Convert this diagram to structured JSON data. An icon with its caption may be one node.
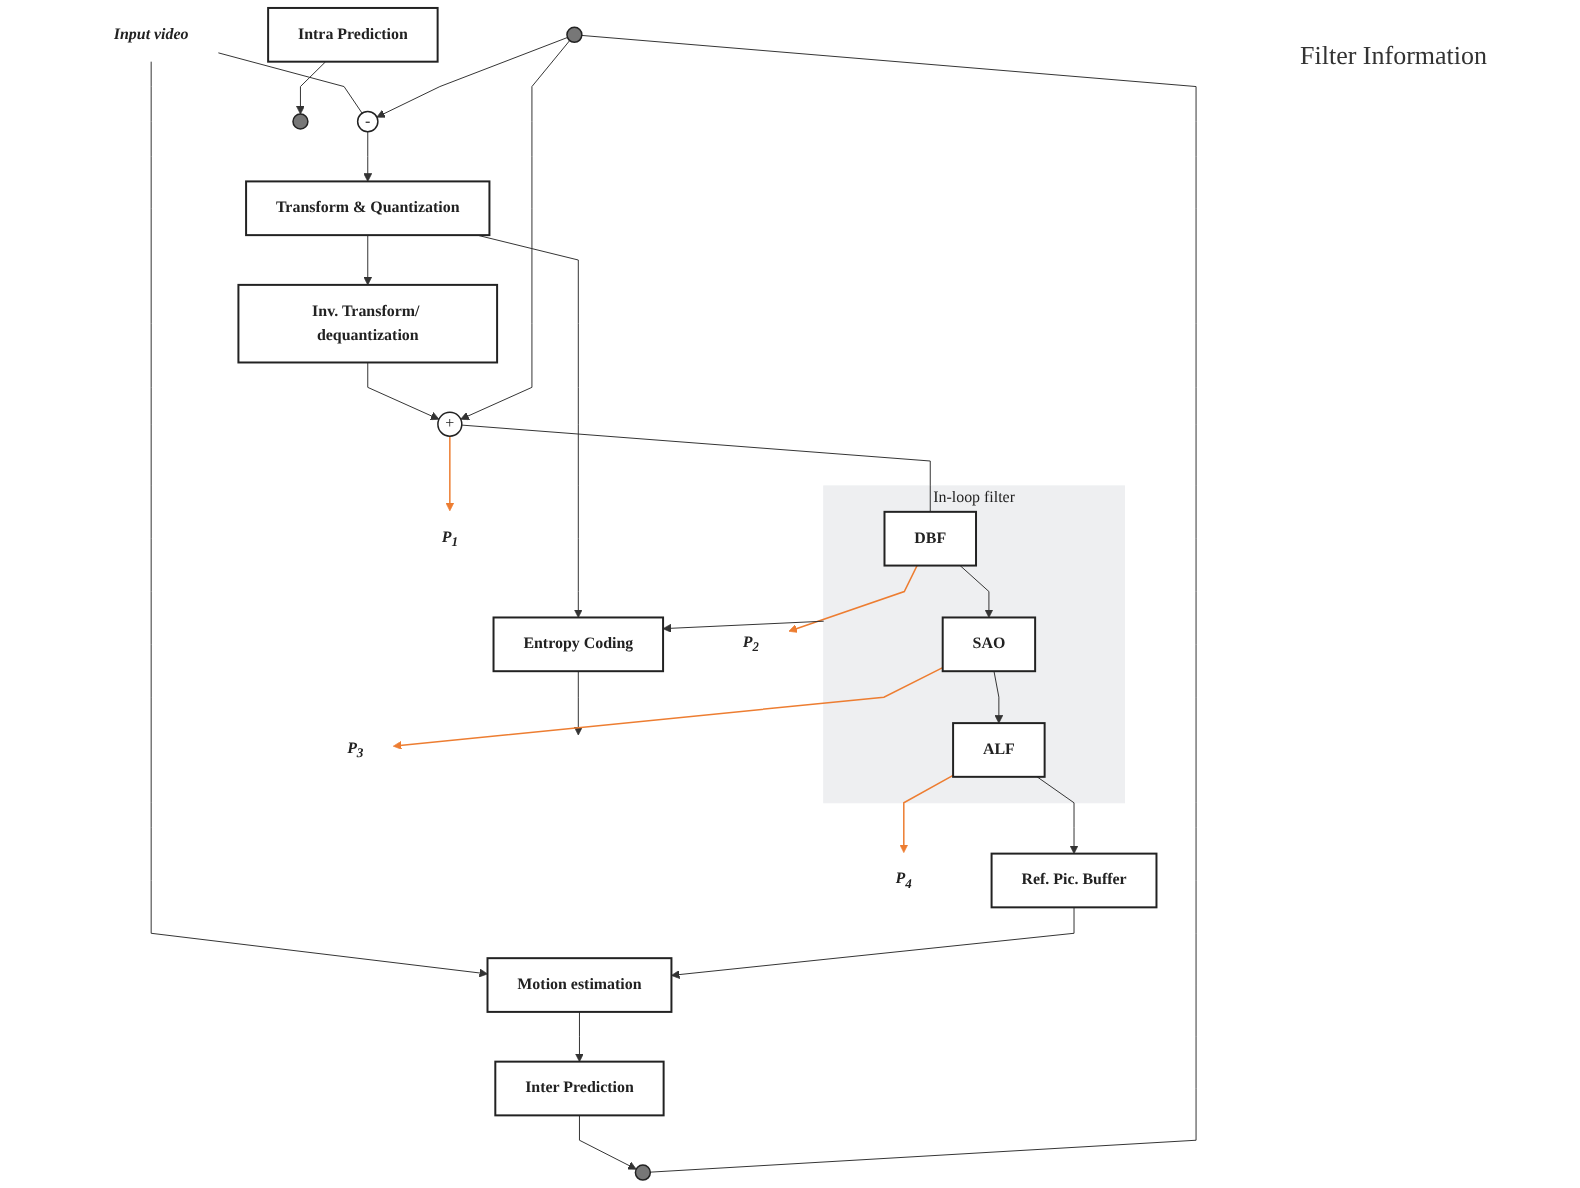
{
  "diagram": {
    "nodes": [
      {
        "text": [
          "Input video"
        ]
      },
      {
        "text": [
          "-"
        ]
      },
      {
        "text": [
          "Transform & Quantization"
        ]
      },
      {
        "text": [
          "Entropy Coding"
        ]
      },
      {
        "text": [
          "Inv. Transform/ dequantization"
        ]
      },
      {
        "text": [
          "+"
        ]
      },
      {
        "text": [
          "In-loop filter"
        ]
      },
      {
        "text": [
          "DBF"
        ],
        "in": 6
      },
      {
        "text": [
          "SAO"
        ],
        "in": 6
      },
      {
        "text": [
          "ALF"
        ],
        "in": 6
      },
      {
        "text": [
          "Intra Prediction"
        ]
      },
      {
        "text": [
          "Inter Prediction"
        ]
      },
      {
        "text": [
          "Motion estimation"
        ]
      },
      {
        "text": [
          "Ref. Pic. Buffer"
        ]
      },
      {
        "text": [],
        "shape": "circle"
      },
      {
        "text": [],
        "shape": "circle"
      },
      {
        "text": [],
        "shape": "circle"
      },
      {
        "text": [
          "P$_{1}$"
        ]
      },
      {
        "text": [
          "P$_{2}$"
        ]
      },
      {
        "text": [
          "P$_{3}$"
        ]
      },
      {
        "text": [
          "P$_{4}$"
        ]
      }
    ],
    "edges": [
      {
        "from": 0,
        "to": 1,
        "arrow": "none"
      },
      {
        "from": 1,
        "to": 2,
        "arrow": "to"
      },
      {
        "from": 2,
        "to": 3,
        "arrow": "to"
      },
      {
        "from": 2,
        "to": 4,
        "arrow": "to"
      },
      {
        "from": 3,
        "to": null,
        "arrow": "to"
      },
      {
        "from": 4,
        "to": 5,
        "arrow": "to"
      },
      {
        "from": 15,
        "to": 1,
        "arrow": "to"
      },
      {
        "from": 15,
        "to": 5,
        "arrow": "to"
      },
      {
        "from": 0,
        "to": 12,
        "arrow": "to"
      },
      {
        "from": 10,
        "to": 14,
        "arrow": "to"
      },
      {
        "from": 11,
        "to": 16,
        "arrow": "to"
      },
      {
        "from": 15,
        "to": 16,
        "arrow": "none"
      },
      {
        "from": 12,
        "to": 11,
        "arrow": "to"
      },
      {
        "from": 13,
        "to": 12,
        "arrow": "to"
      },
      {
        "from": 5,
        "to": 7,
        "arrow": "none"
      },
      {
        "from": 7,
        "to": 8,
        "arrow": "to"
      },
      {
        "from": 8,
        "to": 9,
        "arrow": "to"
      },
      {
        "from": 9,
        "to": 13,
        "arrow": "to"
      },
      {
        "from": 6,
        "to": 3,
        "arrow": "to"
      },
      {
        "from": 5,
        "to": 17,
        "arrow": "to",
        "color": "#ed7d31"
      },
      {
        "from": 7,
        "to": 18,
        "arrow": "to",
        "color": "#ed7d31"
      },
      {
        "from": 8,
        "to": 19,
        "arrow": "to",
        "color": "#ed7d31"
      },
      {
        "from": 9,
        "to": 20,
        "arrow": "to",
        "color": "#ed7d31"
      }
    ],
    "labels": [
      "Filter Information"
    ]
  }
}
